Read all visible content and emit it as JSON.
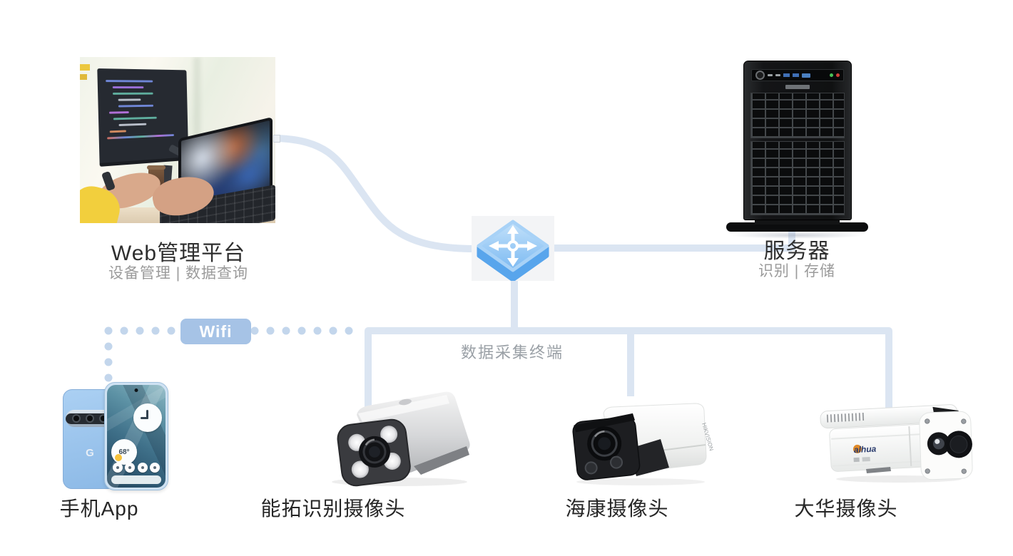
{
  "diagram": {
    "connections": {
      "wifi_label": "Wifi",
      "bus_label": "数据采集终端"
    },
    "nodes": {
      "web_platform": {
        "title": "Web管理平台",
        "subtitle": "设备管理 | 数据查询"
      },
      "server": {
        "title": "服务器",
        "subtitle": "识别 | 存储"
      },
      "switch": {
        "icon": "network-switch"
      },
      "phone": {
        "label": "手机App",
        "temperature": "68°",
        "logo": "G"
      },
      "camera_nengtuo": {
        "label": "能拓识别摄像头"
      },
      "camera_hikvision": {
        "label": "海康摄像头",
        "brand": "HIKVISION"
      },
      "camera_dahua": {
        "label": "大华摄像头",
        "brand": "alhua"
      }
    },
    "colors": {
      "wire": "#dbe5f2",
      "wifi_dot": "#c3d6ec",
      "wifi_badge_bg": "#a6c3e6",
      "switch_top": "#8cc3f3",
      "switch_side": "#58a5ec",
      "title_text": "#2e2e2e",
      "subtitle_text": "#9b9b9b"
    }
  }
}
